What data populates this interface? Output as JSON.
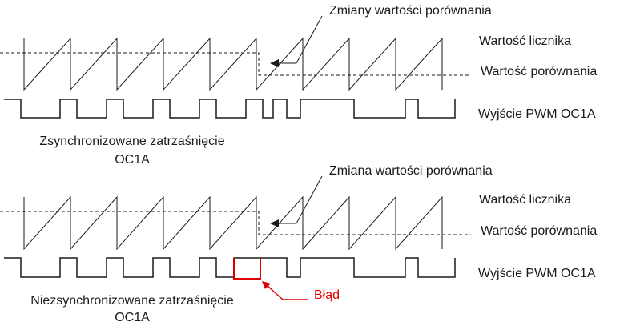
{
  "colors": {
    "ink": "#1a1a1a",
    "error": "#e00000",
    "background": "#ffffff"
  },
  "panels": [
    {
      "callout": "Zmiany wartości porównania",
      "counter_label": "Wartość licznika",
      "compare_label": "Wartość porównania",
      "pwm_label": "Wyjście PWM OC1A",
      "caption_line1": "Zsynchronizowane zatrzaśnięcie",
      "caption_line2": "OC1A"
    },
    {
      "callout": "Zmiana wartości porównania",
      "counter_label": "Wartość licznika",
      "compare_label": "Wartość porównania",
      "pwm_label": "Wyjście PWM OC1A",
      "caption_line1": "Niezsynchronizowane zatrzaśnięcie",
      "caption_line2": "OC1A",
      "error_label": "Błąd"
    }
  ]
}
